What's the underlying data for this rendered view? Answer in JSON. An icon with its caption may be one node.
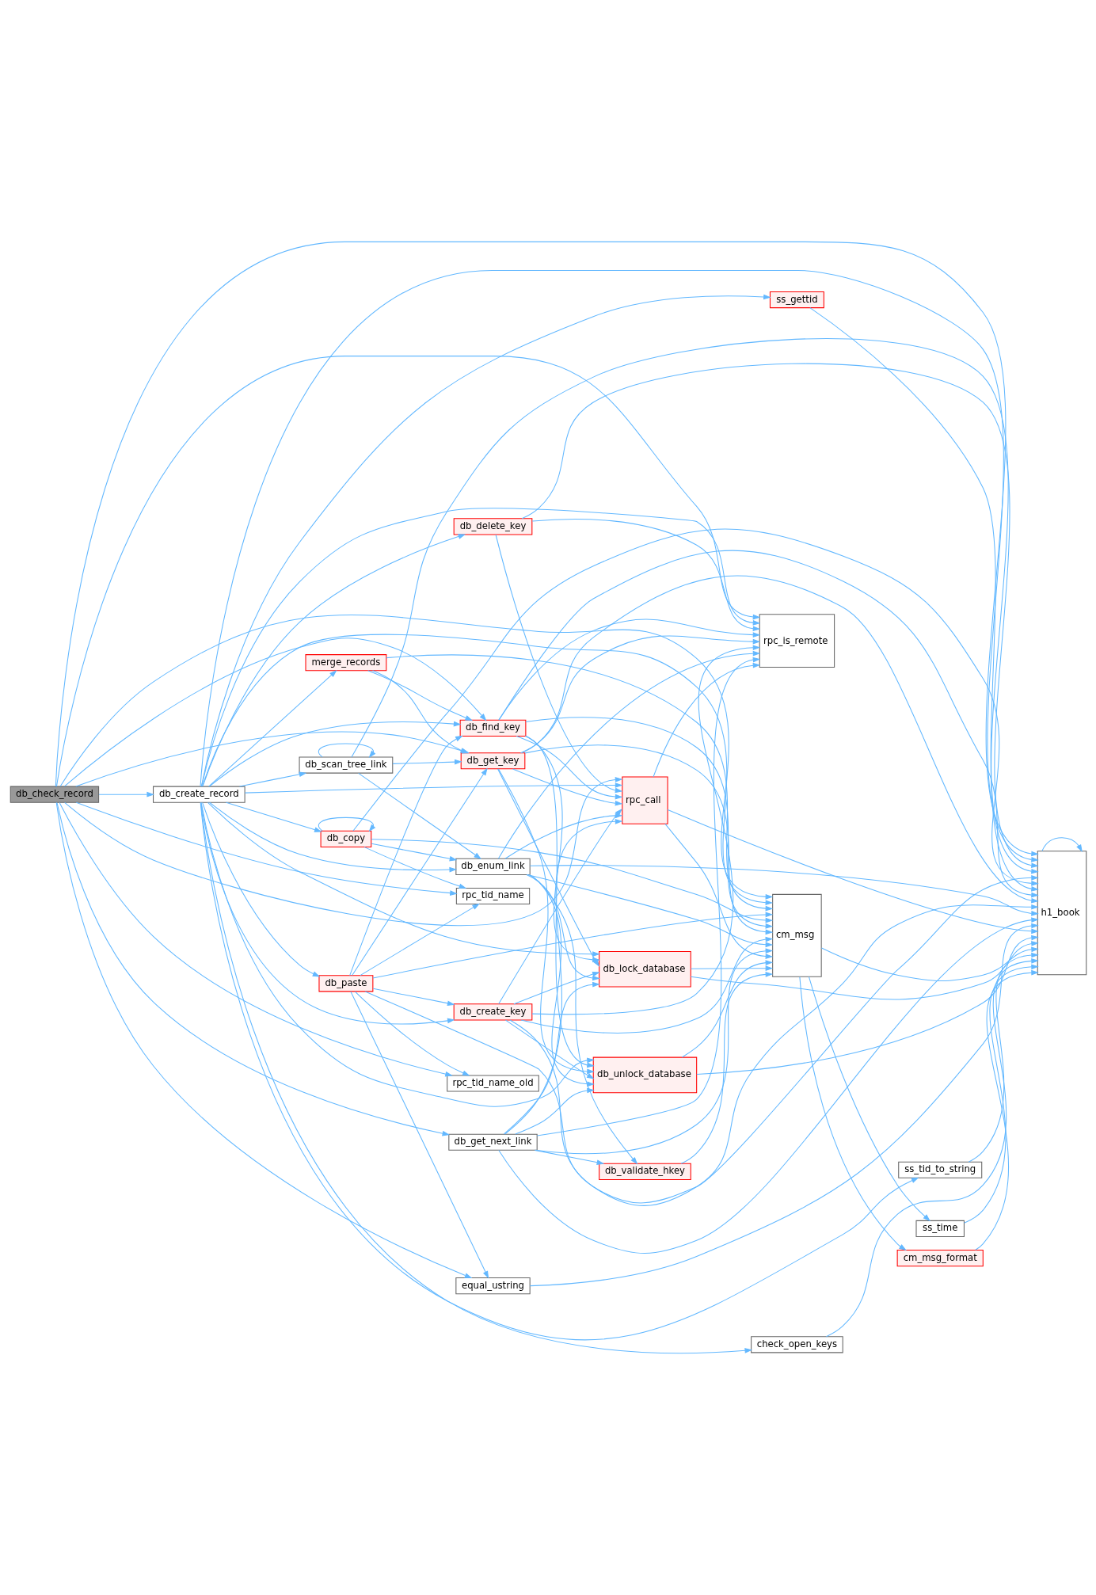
{
  "diagram": {
    "nodes": [
      {
        "text": [
          "db_check_record"
        ]
      },
      {
        "text": [
          "db_create_record"
        ]
      },
      {
        "text": [
          "db_delete_key"
        ]
      },
      {
        "text": [
          "merge_records"
        ]
      },
      {
        "text": [
          "db_scan_tree_link"
        ]
      },
      {
        "text": [
          "db_paste"
        ]
      },
      {
        "text": [
          "db_copy"
        ]
      },
      {
        "text": [
          "ss_gettid"
        ]
      },
      {
        "text": [
          "db_find_key"
        ]
      },
      {
        "text": [
          "db_get_key"
        ]
      },
      {
        "text": [
          "db_create_key"
        ]
      },
      {
        "text": [
          "db_enum_link"
        ]
      },
      {
        "text": [
          "db_get_next_link"
        ]
      },
      {
        "text": [
          "rpc_tid_name"
        ]
      },
      {
        "text": [
          "rpc_tid_name_old"
        ]
      },
      {
        "text": [
          "equal_ustring"
        ]
      },
      {
        "text": [
          "rpc_call"
        ]
      },
      {
        "text": [
          "db_unlock_database"
        ]
      },
      {
        "text": [
          "db_lock_database"
        ]
      },
      {
        "text": [
          "db_validate_hkey"
        ]
      },
      {
        "text": [
          "rpc_is_remote"
        ]
      },
      {
        "text": [
          "cm_msg"
        ]
      },
      {
        "text": [
          "ss_tid_to_string"
        ]
      },
      {
        "text": [
          "check_open_keys"
        ]
      },
      {
        "text": [
          "ss_time"
        ]
      },
      {
        "text": [
          "cm_msg_format"
        ]
      },
      {
        "text": [
          "h1_book"
        ]
      }
    ],
    "edges": [
      {
        "from": 0,
        "to": 1,
        "arrow": "to"
      },
      {
        "from": 0,
        "to": 26,
        "arrow": "to"
      },
      {
        "from": 0,
        "to": 20,
        "arrow": "to"
      },
      {
        "from": 0,
        "to": 16,
        "arrow": "to"
      },
      {
        "from": 0,
        "to": 8,
        "arrow": "to"
      },
      {
        "from": 0,
        "to": 9,
        "arrow": "to"
      },
      {
        "from": 0,
        "to": 12,
        "arrow": "to"
      },
      {
        "from": 0,
        "to": 13,
        "arrow": "to"
      },
      {
        "from": 0,
        "to": 14,
        "arrow": "to"
      },
      {
        "from": 0,
        "to": 21,
        "arrow": "to"
      },
      {
        "from": 0,
        "to": 15,
        "arrow": "to"
      },
      {
        "from": 1,
        "to": 7,
        "arrow": "to"
      },
      {
        "from": 1,
        "to": 20,
        "arrow": "to"
      },
      {
        "from": 1,
        "to": 2,
        "arrow": "to"
      },
      {
        "from": 1,
        "to": 16,
        "arrow": "to"
      },
      {
        "from": 1,
        "to": 8,
        "arrow": "to"
      },
      {
        "from": 1,
        "to": 3,
        "arrow": "to"
      },
      {
        "from": 1,
        "to": 4,
        "arrow": "to"
      },
      {
        "from": 1,
        "to": 10,
        "arrow": "to"
      },
      {
        "from": 1,
        "to": 17,
        "arrow": "to"
      },
      {
        "from": 1,
        "to": 21,
        "arrow": "to"
      },
      {
        "from": 1,
        "to": 11,
        "arrow": "to"
      },
      {
        "from": 1,
        "to": 5,
        "arrow": "to"
      },
      {
        "from": 1,
        "to": 6,
        "arrow": "to"
      },
      {
        "from": 1,
        "to": 18,
        "arrow": "to"
      },
      {
        "from": 1,
        "to": 26,
        "arrow": "to"
      },
      {
        "from": 1,
        "to": 22,
        "arrow": "to"
      },
      {
        "from": 1,
        "to": 23,
        "arrow": "to"
      },
      {
        "from": 2,
        "to": 20,
        "arrow": "to"
      },
      {
        "from": 2,
        "to": 16,
        "arrow": "to"
      },
      {
        "from": 2,
        "to": 26,
        "arrow": "to"
      },
      {
        "from": 3,
        "to": 8,
        "arrow": "to"
      },
      {
        "from": 3,
        "to": 9,
        "arrow": "to"
      },
      {
        "from": 3,
        "to": 21,
        "arrow": "to"
      },
      {
        "from": 4,
        "to": 4,
        "arrow": "to"
      },
      {
        "from": 4,
        "to": 9,
        "arrow": "to"
      },
      {
        "from": 4,
        "to": 26,
        "arrow": "to"
      },
      {
        "from": 4,
        "to": 11,
        "arrow": "to"
      },
      {
        "from": 5,
        "to": 8,
        "arrow": "to"
      },
      {
        "from": 5,
        "to": 9,
        "arrow": "to"
      },
      {
        "from": 5,
        "to": 10,
        "arrow": "to"
      },
      {
        "from": 5,
        "to": 13,
        "arrow": "to"
      },
      {
        "from": 5,
        "to": 14,
        "arrow": "to"
      },
      {
        "from": 5,
        "to": 15,
        "arrow": "to"
      },
      {
        "from": 5,
        "to": 21,
        "arrow": "to"
      },
      {
        "from": 5,
        "to": 26,
        "arrow": "to"
      },
      {
        "from": 6,
        "to": 6,
        "arrow": "to"
      },
      {
        "from": 6,
        "to": 11,
        "arrow": "to"
      },
      {
        "from": 6,
        "to": 13,
        "arrow": "to"
      },
      {
        "from": 6,
        "to": 21,
        "arrow": "to"
      },
      {
        "from": 6,
        "to": 26,
        "arrow": "to"
      },
      {
        "from": 7,
        "to": 26,
        "arrow": "to"
      },
      {
        "from": 8,
        "to": 16,
        "arrow": "to"
      },
      {
        "from": 8,
        "to": 20,
        "arrow": "to"
      },
      {
        "from": 8,
        "to": 26,
        "arrow": "to"
      },
      {
        "from": 8,
        "to": 21,
        "arrow": "to"
      },
      {
        "from": 8,
        "to": 17,
        "arrow": "to"
      },
      {
        "from": 8,
        "to": 18,
        "arrow": "to"
      },
      {
        "from": 9,
        "to": 20,
        "arrow": "to"
      },
      {
        "from": 9,
        "to": 16,
        "arrow": "to"
      },
      {
        "from": 9,
        "to": 26,
        "arrow": "to"
      },
      {
        "from": 9,
        "to": 21,
        "arrow": "to"
      },
      {
        "from": 9,
        "to": 17,
        "arrow": "to"
      },
      {
        "from": 9,
        "to": 18,
        "arrow": "to"
      },
      {
        "from": 10,
        "to": 20,
        "arrow": "to"
      },
      {
        "from": 10,
        "to": 16,
        "arrow": "to"
      },
      {
        "from": 10,
        "to": 26,
        "arrow": "to"
      },
      {
        "from": 10,
        "to": 21,
        "arrow": "to"
      },
      {
        "from": 10,
        "to": 17,
        "arrow": "to"
      },
      {
        "from": 10,
        "to": 18,
        "arrow": "to"
      },
      {
        "from": 11,
        "to": 16,
        "arrow": "to"
      },
      {
        "from": 11,
        "to": 20,
        "arrow": "to"
      },
      {
        "from": 11,
        "to": 17,
        "arrow": "to"
      },
      {
        "from": 11,
        "to": 18,
        "arrow": "to"
      },
      {
        "from": 11,
        "to": 19,
        "arrow": "to"
      },
      {
        "from": 11,
        "to": 21,
        "arrow": "to"
      },
      {
        "from": 11,
        "to": 26,
        "arrow": "to"
      },
      {
        "from": 12,
        "to": 16,
        "arrow": "to"
      },
      {
        "from": 12,
        "to": 20,
        "arrow": "to"
      },
      {
        "from": 12,
        "to": 17,
        "arrow": "to"
      },
      {
        "from": 12,
        "to": 18,
        "arrow": "to"
      },
      {
        "from": 12,
        "to": 19,
        "arrow": "to"
      },
      {
        "from": 12,
        "to": 21,
        "arrow": "to"
      },
      {
        "from": 12,
        "to": 26,
        "arrow": "to"
      },
      {
        "from": 15,
        "to": 26,
        "arrow": "to"
      },
      {
        "from": 16,
        "to": 20,
        "arrow": "to"
      },
      {
        "from": 16,
        "to": 26,
        "arrow": "to"
      },
      {
        "from": 16,
        "to": 21,
        "arrow": "to"
      },
      {
        "from": 17,
        "to": 21,
        "arrow": "to"
      },
      {
        "from": 17,
        "to": 26,
        "arrow": "to"
      },
      {
        "from": 18,
        "to": 21,
        "arrow": "to"
      },
      {
        "from": 18,
        "to": 26,
        "arrow": "to"
      },
      {
        "from": 19,
        "to": 21,
        "arrow": "to"
      },
      {
        "from": 21,
        "to": 24,
        "arrow": "to"
      },
      {
        "from": 21,
        "to": 25,
        "arrow": "to"
      },
      {
        "from": 21,
        "to": 26,
        "arrow": "to"
      },
      {
        "from": 22,
        "to": 26,
        "arrow": "to"
      },
      {
        "from": 23,
        "to": 26,
        "arrow": "to"
      },
      {
        "from": 24,
        "to": 26,
        "arrow": "to"
      },
      {
        "from": 25,
        "to": 26,
        "arrow": "to"
      },
      {
        "from": 26,
        "to": 26,
        "arrow": "to"
      }
    ]
  }
}
